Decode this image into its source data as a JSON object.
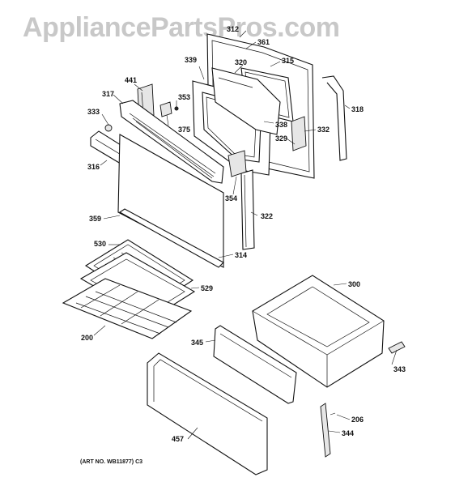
{
  "watermark": "AppliancePartsPros.com",
  "art_number": "(ART NO. WB11877) C3",
  "callouts": {
    "c312": "312",
    "c361": "361",
    "c315": "315",
    "c320": "320",
    "c339": "339",
    "c441": "441",
    "c317": "317",
    "c353": "353",
    "c333": "333",
    "c375": "375",
    "c338": "338",
    "c329": "329",
    "c332": "332",
    "c318": "318",
    "c316": "316",
    "c354": "354",
    "c359": "359",
    "c322": "322",
    "c314": "314",
    "c530": "530",
    "c300": "300",
    "c529": "529",
    "c200": "200",
    "c345": "345",
    "c343": "343",
    "c206": "206",
    "c457": "457",
    "c344": "344"
  }
}
